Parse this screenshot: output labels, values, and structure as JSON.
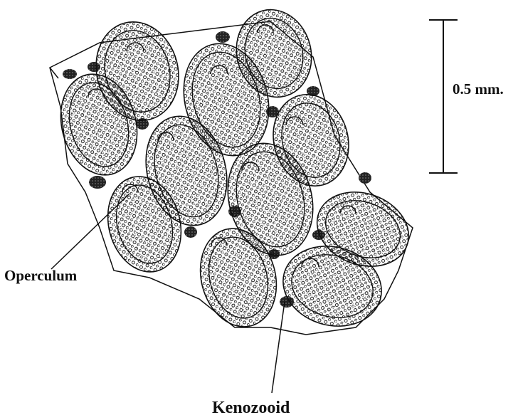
{
  "labels": {
    "scale_bar": "0.5 mm.",
    "operculum": "Operculum",
    "kenozooid": "Kenozooid"
  },
  "colors": {
    "ink": "#111111",
    "background": "#ffffff"
  }
}
